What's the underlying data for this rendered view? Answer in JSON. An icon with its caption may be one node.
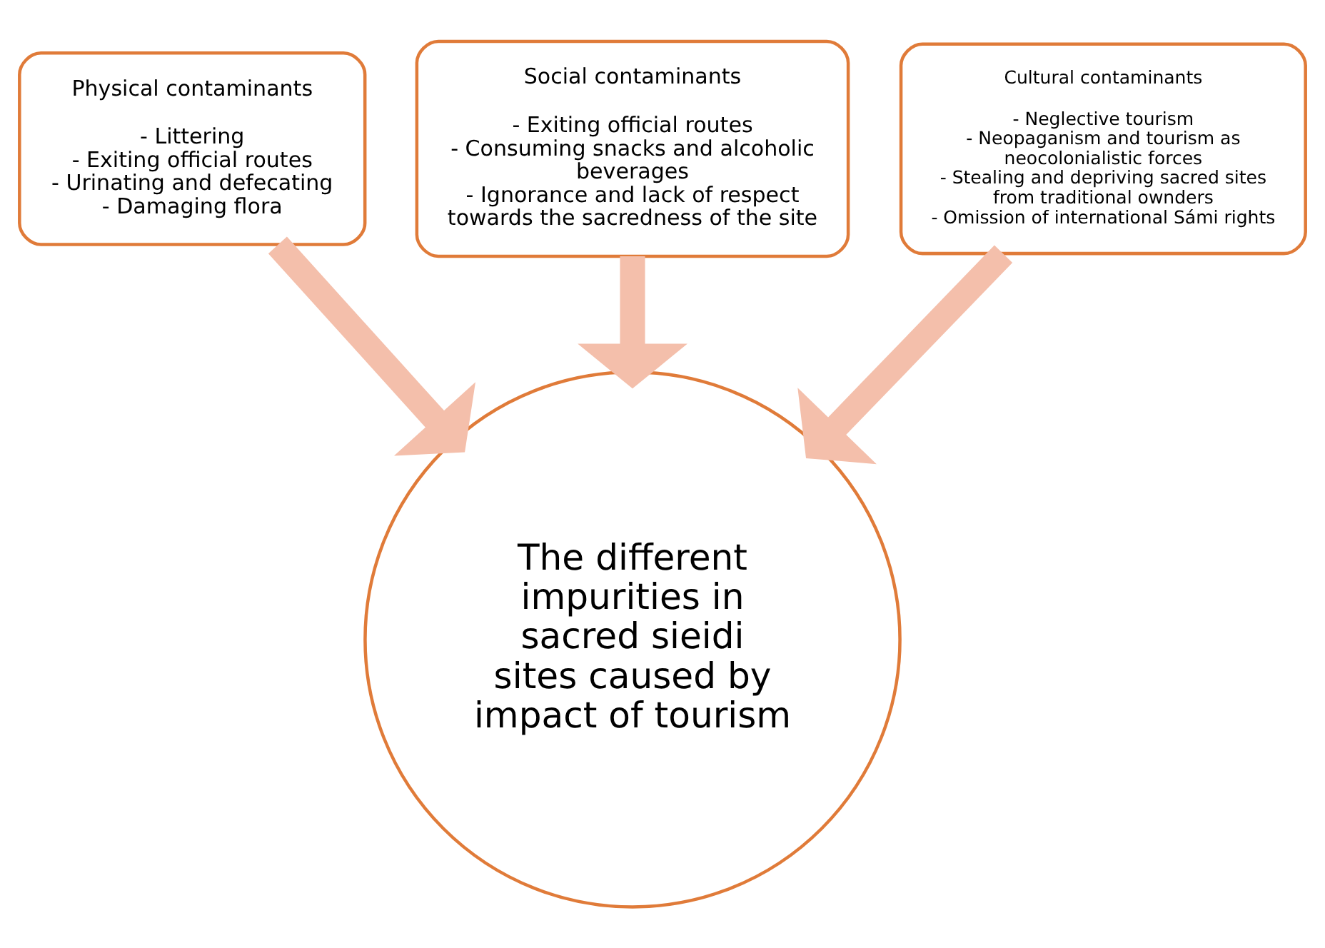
{
  "diagram": {
    "nodes": [
      {
        "text": [
          "Social contaminants",
          "- Exiting official routes",
          "- Consuming snacks and alcoholic beverages",
          "- Ignorance and lack of respect towards the sacredness of the site"
        ]
      },
      {
        "text": [
          "Physical contaminants",
          "- Littering",
          "- Exiting official routes",
          "- Urinating and defecating",
          "- Damaging flora"
        ]
      },
      {
        "text": [
          "Cultural contaminants",
          "- Neglective tourism",
          "- Neopaganism and tourism as neocolonialistic forces",
          "- Stealing and depriving sacred sites from traditional ownders",
          "- Omission of international Sámi rights"
        ]
      },
      {
        "text": [
          "The different impurities in sacred sieidi sites caused by impact of tourism"
        ]
      }
    ],
    "edges": [
      {
        "from": 1,
        "to": 3,
        "arrow": "to"
      },
      {
        "from": 0,
        "to": 3,
        "arrow": "to"
      },
      {
        "from": 2,
        "to": 3,
        "arrow": "to"
      }
    ]
  }
}
